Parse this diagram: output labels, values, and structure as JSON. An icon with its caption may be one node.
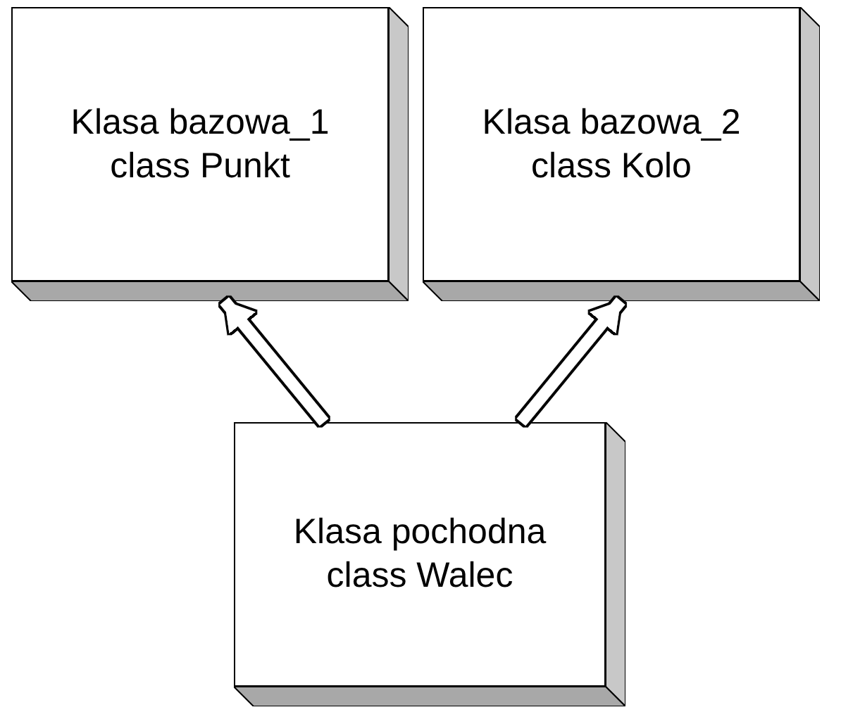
{
  "diagram": {
    "nodes": [
      {
        "text": [
          "Klasa bazowa_1",
          "class Punkt"
        ]
      },
      {
        "text": [
          "Klasa bazowa_2",
          "class Kolo"
        ]
      },
      {
        "text": [
          "Klasa pochodna",
          "class Walec"
        ]
      }
    ],
    "edges": [
      {
        "from": 2,
        "to": 0,
        "arrow": "to"
      },
      {
        "from": 2,
        "to": 1,
        "arrow": "to"
      }
    ]
  }
}
